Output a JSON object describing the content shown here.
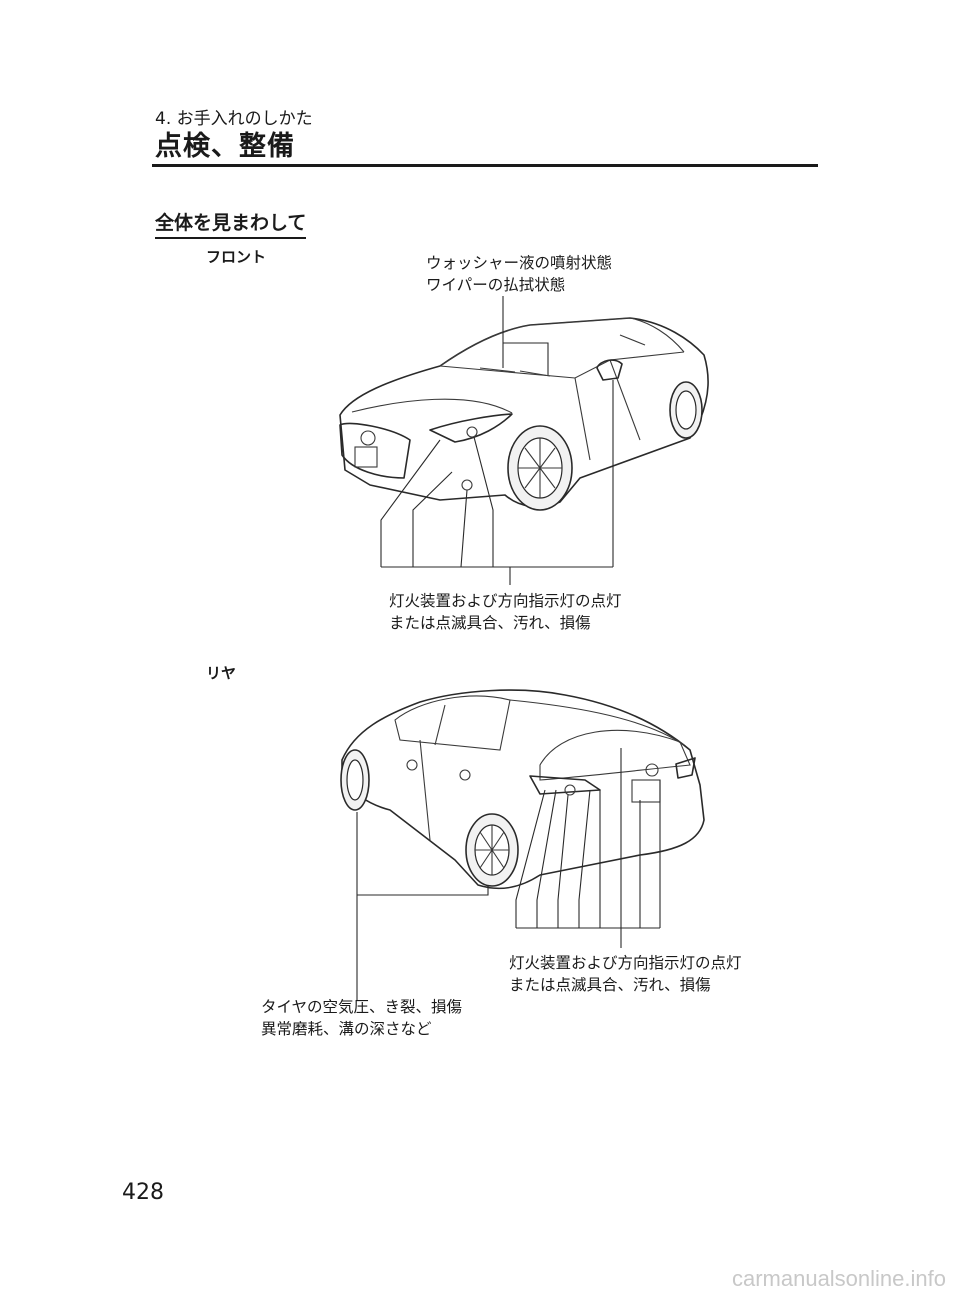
{
  "header": {
    "chapter": "4. お手入れのしかた",
    "title": "点検、整備"
  },
  "section": {
    "title": "全体を見まわして"
  },
  "front": {
    "label": "フロント",
    "washer_callout": [
      "ウォッシャー液の噴射状態",
      "ワイパーの払拭状態"
    ],
    "lights_callout": [
      "灯火装置および方向指示灯の点灯",
      "または点滅具合、汚れ、損傷"
    ]
  },
  "rear": {
    "label": "リヤ",
    "lights_callout": [
      "灯火装置および方向指示灯の点灯",
      "または点滅具合、汚れ、損傷"
    ],
    "tire_callout": [
      "タイヤの空気圧、き裂、損傷",
      "異常磨耗、溝の深さなど"
    ]
  },
  "footer": {
    "page_number": "428",
    "watermark": "carmanualsonline.info"
  }
}
